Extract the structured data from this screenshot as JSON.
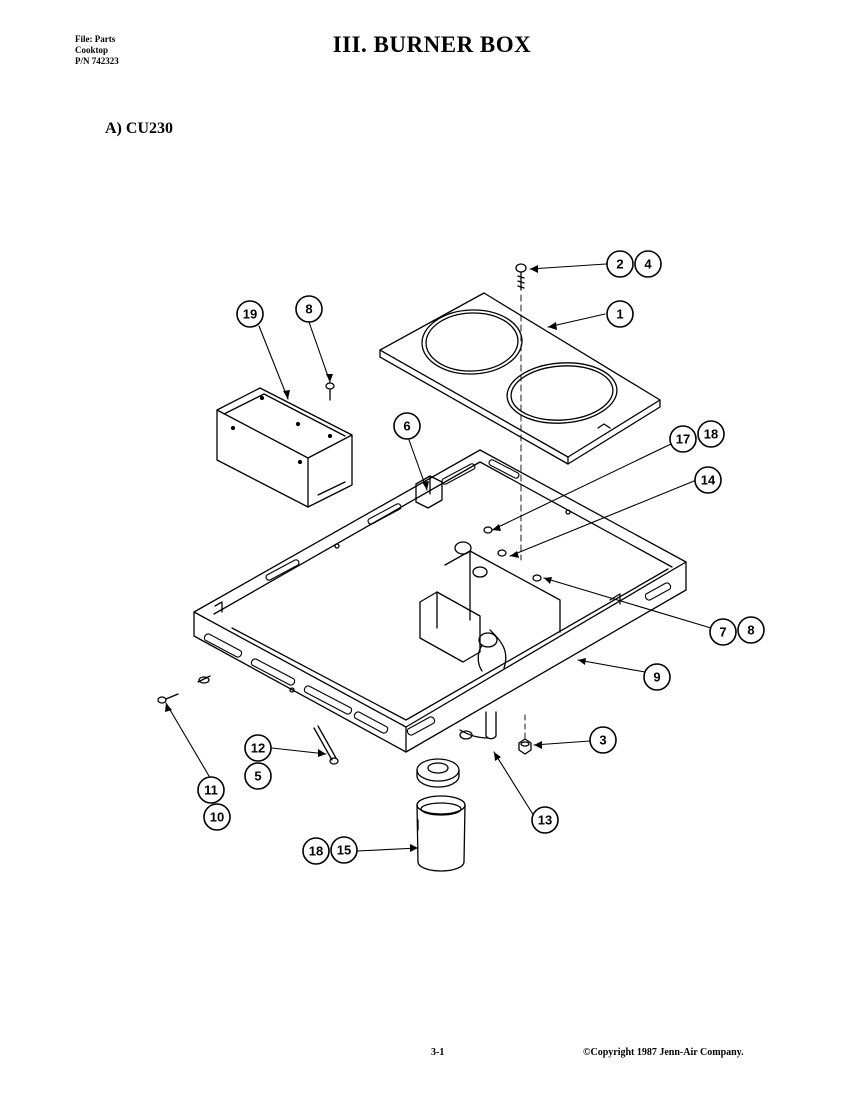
{
  "header": {
    "file_line": "File: Parts",
    "product_line": "Cooktop",
    "part_number_line": "P/N 742323",
    "title": "III.  BURNER BOX"
  },
  "section": {
    "label": "A) CU230"
  },
  "callouts": [
    "2",
    "4",
    "1",
    "19",
    "8",
    "6",
    "17",
    "18",
    "14",
    "7",
    "8",
    "9",
    "3",
    "12",
    "5",
    "11",
    "10",
    "13",
    "18",
    "15"
  ],
  "footer": {
    "page": "3-1",
    "copyright": "©Copyright 1987 Jenn-Air Company."
  }
}
